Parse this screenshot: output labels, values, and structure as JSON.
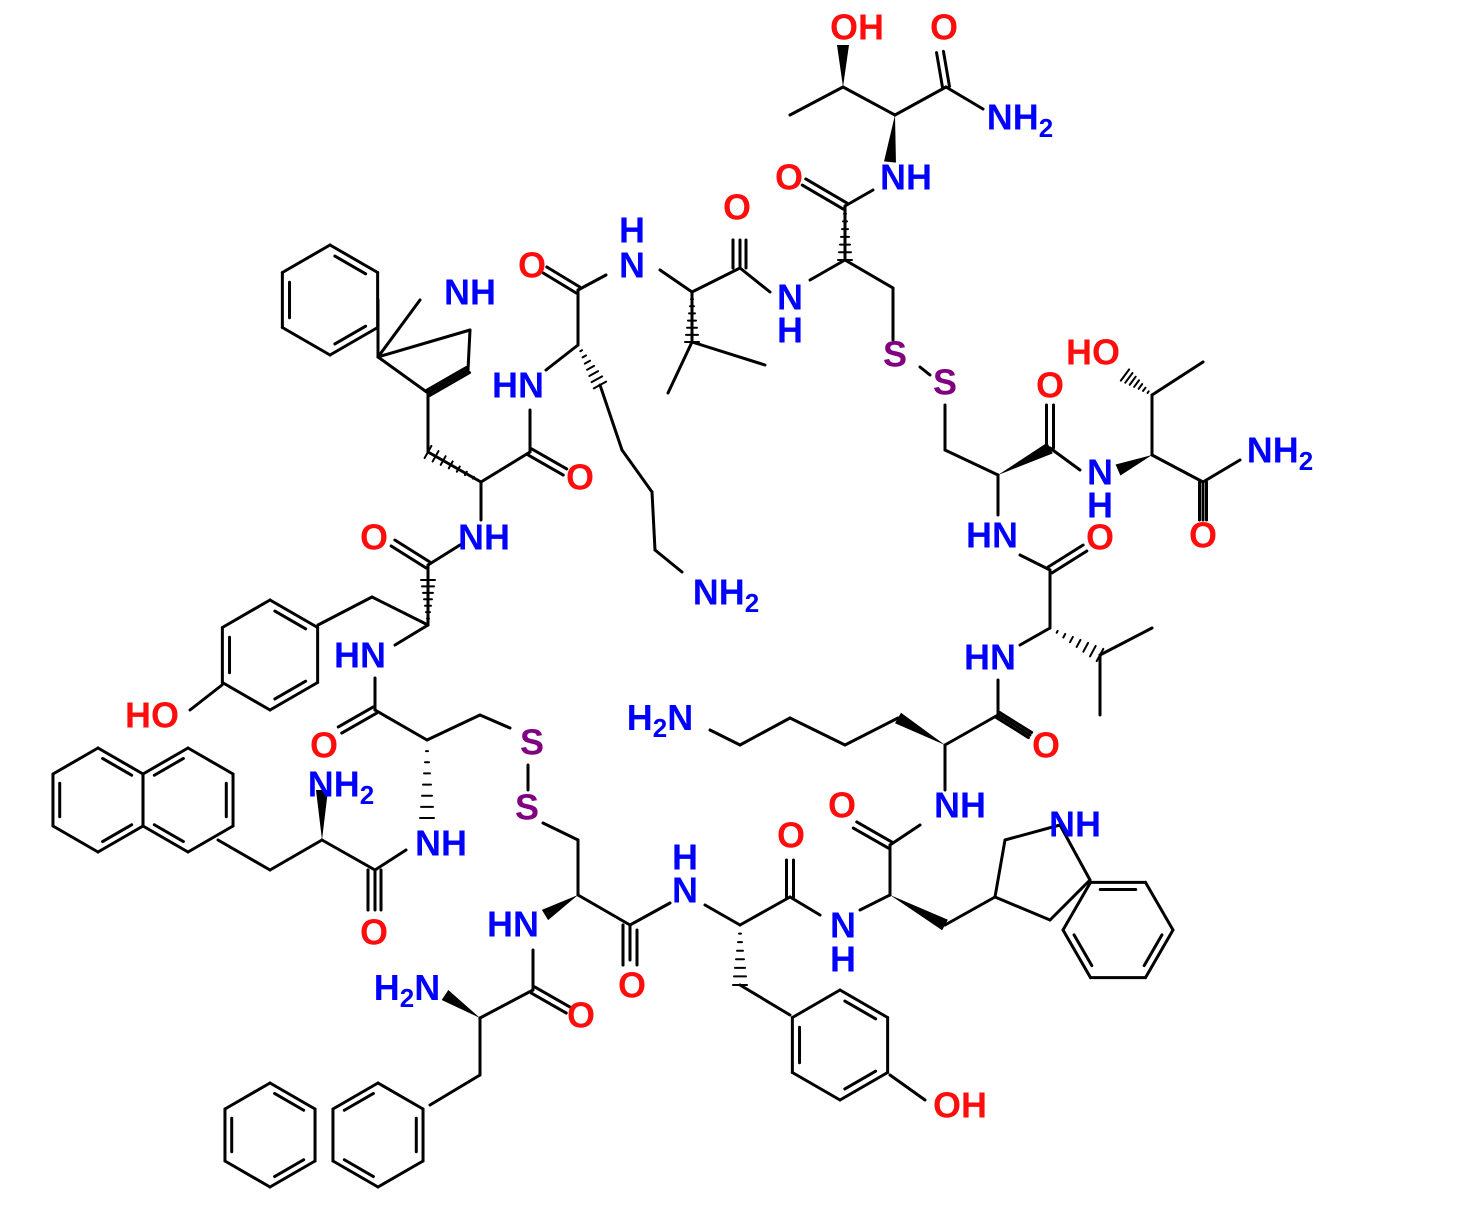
{
  "structure": {
    "colors": {
      "bond": "#000000",
      "oxygen": "#ff0d0d",
      "nitrogen": "#0000ff",
      "sulfur": "#800080"
    },
    "label_text": {
      "OH": "OH",
      "HO": "HO",
      "O": "O",
      "N": "N",
      "NH": "NH",
      "HN": "HN",
      "H": "H",
      "NH2": "NH",
      "H2N": "H N",
      "sub2": "2",
      "S": "S"
    }
  }
}
